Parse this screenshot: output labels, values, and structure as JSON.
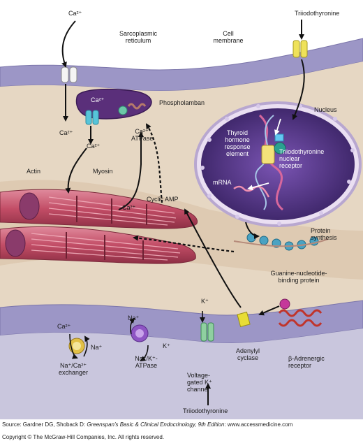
{
  "labels": {
    "ca_top": "Ca²⁺",
    "sarcoplasmic_reticulum": "Sarcoplasmic\nreticulum",
    "cell_membrane": "Cell\nmembrane",
    "triiodothyronine_top": "Triiodothyronine",
    "phospholamban": "Phospholamban",
    "nucleus": "Nucleus",
    "ca_sr_inside": "Ca²⁺",
    "ca_channel_below": "Ca²⁺",
    "ca_sr_below": "Ca²⁺",
    "ca_atpase": "Ca²⁺\nATPase",
    "thyroid_hre": "Thyroid\nhormone\nresponse\nelement",
    "t3_nuclear_receptor": "Triiodothyronine\nnuclear\nreceptor",
    "actin": "Actin",
    "myosin": "Myosin",
    "mrna": "mRNA",
    "ca_actin": "Ca²⁺",
    "cyclic_amp": "Cyclic AMP",
    "protein_synthesis": "Protein\nsynthesis",
    "g_protein": "Guanine-nucleotide-\nbinding protein",
    "k_plus": "K⁺",
    "na_plus_top": "Na⁺",
    "ca_exchanger": "Ca²⁺",
    "k_plus_pump": "K⁺",
    "na_plus_exchanger": "Na⁺",
    "adenylyl_cyclase": "Adenylyl\ncyclase",
    "beta_adrenergic": "β-Adrenergic\nreceptor",
    "na_ca_exchanger": "Na⁺/Ca²⁺\nexchanger",
    "na_k_atpase": "Na⁺/K⁺-\nATPase",
    "voltage_gated_k": "Voltage-\ngated K⁺\nchannel",
    "triiodothyronine_bottom": "Triiodothyronine"
  },
  "caption": {
    "source_prefix": "Source: Gardner DG, Shoback D: ",
    "book_title": "Greenspan's Basic & Clinical Endocrinology, 9th Edition",
    "www": ": www.accessmedicine.com",
    "copyright": "Copyright © The McGraw-Hill Companies, Inc. All rights reserved."
  },
  "colors": {
    "membrane": "#9c96c6",
    "cytoplasm": "#e6d7c3",
    "nucleus": "#4a2f78",
    "muscle": "#c4546b",
    "receptor": "#c5389a",
    "cyclase": "#e8dd35"
  }
}
